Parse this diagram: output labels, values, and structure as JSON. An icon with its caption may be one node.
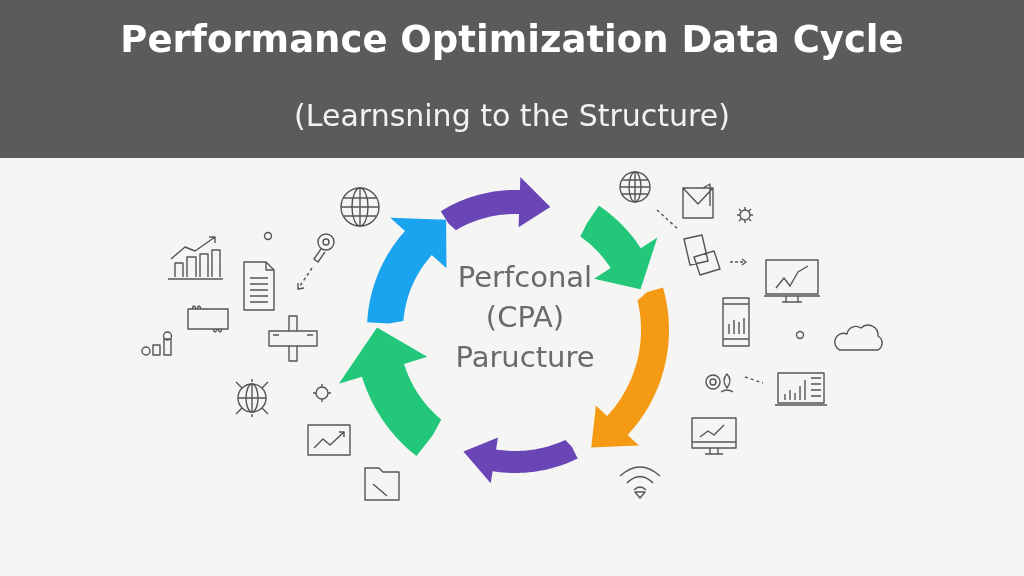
{
  "diagram": {
    "title": "Performance Optimization Data Cycle",
    "nodes": [
      {
        "text": [
          "Perfconal (CPA) Paructure"
        ]
      }
    ],
    "labels": [
      "(Learnsning to the Structure)"
    ]
  }
}
